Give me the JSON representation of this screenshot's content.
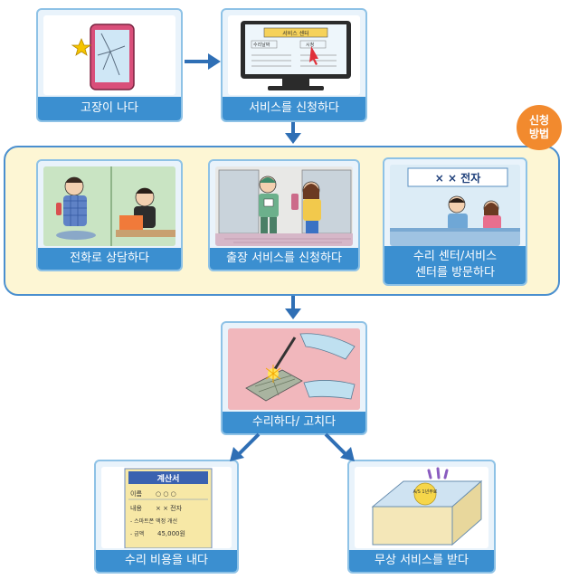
{
  "steps": {
    "breakdown": "고장이 나다",
    "apply": "서비스를 신청하다",
    "phone": "전화로 상담하다",
    "visit_request": "출장 서비스를 신청하다",
    "center_line1": "수리 센터/서비스",
    "center_line2": "센터를 방문하다",
    "repair": "수리하다/ 고치다",
    "pay": "수리 비용을 내다",
    "free": "무상 서비스를 받다"
  },
  "badge": {
    "line1": "신청",
    "line2": "방법"
  },
  "screen_form": {
    "title": "서비스 센터",
    "field1": "수리날짜",
    "field2": "시청"
  },
  "center_sign": "× × 전자",
  "bill": {
    "title": "계산서",
    "row_name_label": "이름",
    "row_name_value": "○ ○ ○",
    "row_content_label": "내용",
    "row_content_value": "× × 전자",
    "row_item": "- 스마트폰 액정 개선",
    "row_amount_label": "- 금액",
    "row_amount_value": "45,000원"
  },
  "box_label": "A/S 1년무료",
  "colors": {
    "accent": "#3b8fd0",
    "border": "#8ec2e6",
    "panel": "#fdf6d4",
    "badge": "#f28a2e",
    "arrow": "#2f6fb5"
  }
}
